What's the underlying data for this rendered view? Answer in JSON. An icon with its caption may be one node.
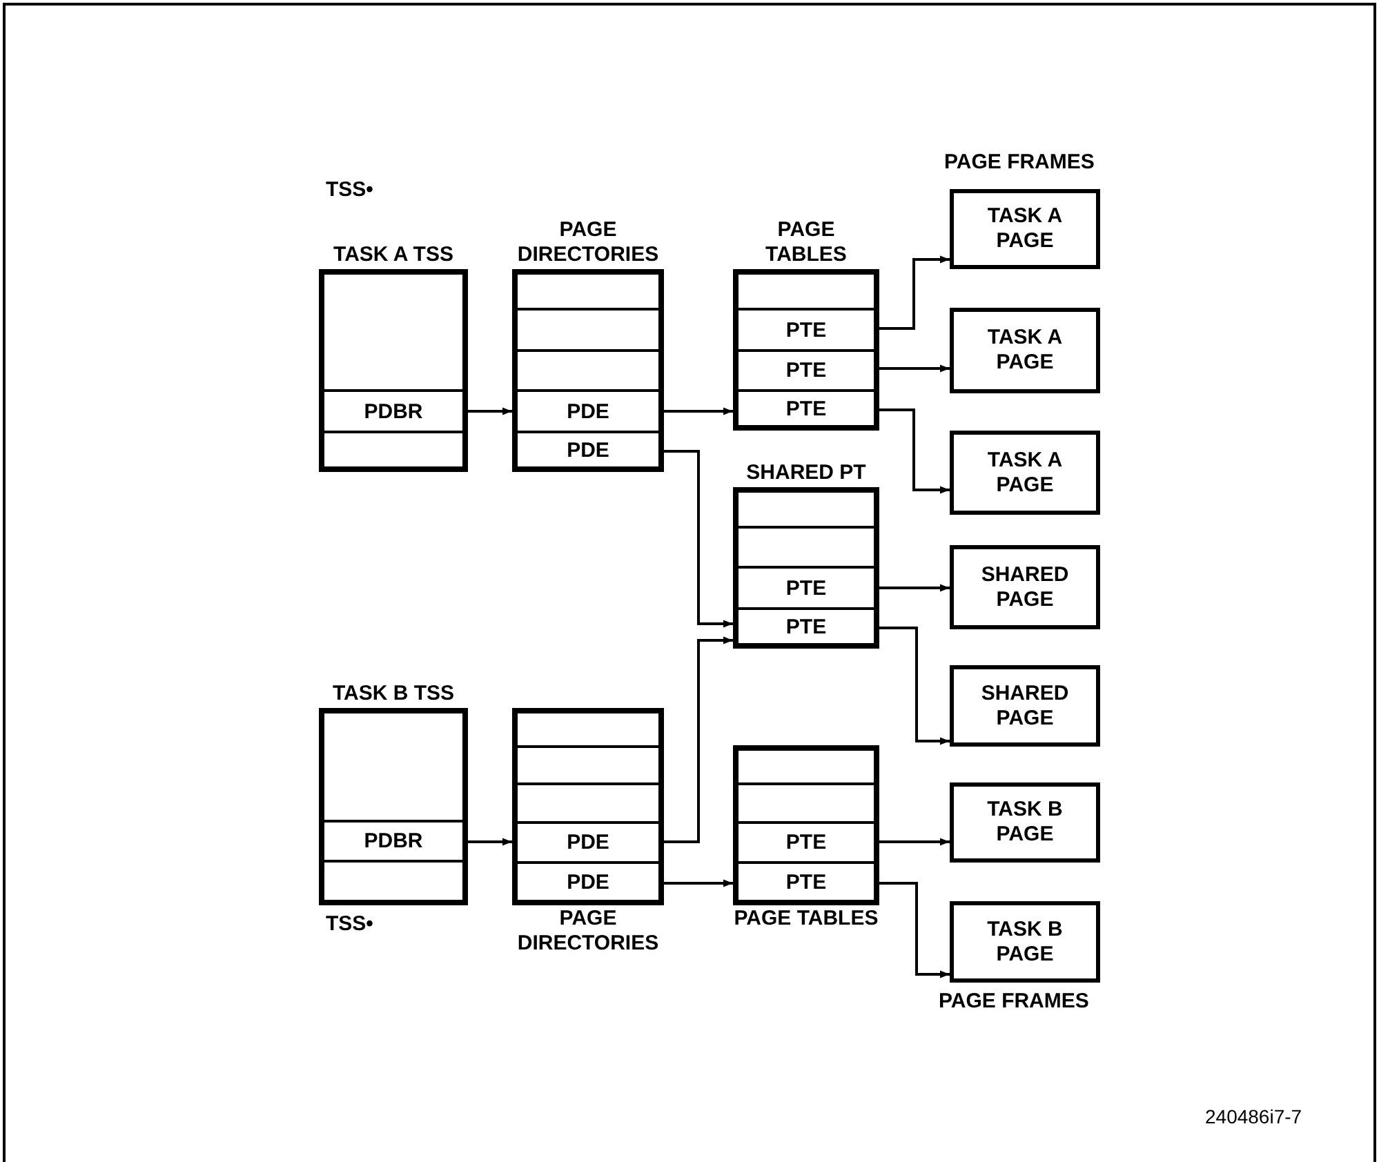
{
  "diagram": {
    "nodes": [
      {
        "text": [
          "TASK A TSS"
        ]
      },
      {
        "text": [],
        "shape": "box",
        "in": 0
      },
      {
        "text": [
          "PDBR"
        ],
        "in": 0
      },
      {
        "text": [],
        "shape": "box",
        "in": 0
      },
      {
        "text": [
          "PAGE DIRECTORIES"
        ]
      },
      {
        "text": [],
        "shape": "box",
        "in": 4
      },
      {
        "text": [],
        "shape": "box",
        "in": 4
      },
      {
        "text": [],
        "shape": "box",
        "in": 4
      },
      {
        "text": [
          "PDE"
        ],
        "in": 4
      },
      {
        "text": [
          "PDE"
        ],
        "in": 4
      },
      {
        "text": [
          "PAGE TABLES"
        ]
      },
      {
        "text": [],
        "shape": "box",
        "in": 10
      },
      {
        "text": [
          "PTE"
        ],
        "in": 10
      },
      {
        "text": [
          "PTE"
        ],
        "in": 10
      },
      {
        "text": [
          "PTE"
        ],
        "in": 10
      },
      {
        "text": [
          "TASK A PAGE"
        ]
      },
      {
        "text": [
          "TASK A PAGE"
        ]
      },
      {
        "text": [
          "TASK A PAGE"
        ]
      },
      {
        "text": [
          "SHARED PT"
        ]
      },
      {
        "text": [],
        "shape": "box",
        "in": 18
      },
      {
        "text": [],
        "shape": "box",
        "in": 18
      },
      {
        "text": [
          "PTE"
        ],
        "in": 18
      },
      {
        "text": [
          "PTE"
        ],
        "in": 18
      },
      {
        "text": [
          "SHARED PAGE"
        ]
      },
      {
        "text": [
          "SHARED PAGE"
        ]
      },
      {
        "text": [
          "TASK B TSS"
        ]
      },
      {
        "text": [],
        "shape": "box",
        "in": 25
      },
      {
        "text": [
          "PDBR"
        ],
        "in": 25
      },
      {
        "text": [],
        "shape": "box",
        "in": 25
      },
      {
        "text": [
          "PAGE DIRECTORIES"
        ]
      },
      {
        "text": [],
        "shape": "box",
        "in": 29
      },
      {
        "text": [],
        "shape": "box",
        "in": 29
      },
      {
        "text": [],
        "shape": "box",
        "in": 29
      },
      {
        "text": [
          "PDE"
        ],
        "in": 29
      },
      {
        "text": [
          "PDE"
        ],
        "in": 29
      },
      {
        "text": [
          "PAGE TABLES"
        ]
      },
      {
        "text": [],
        "shape": "box",
        "in": 35
      },
      {
        "text": [],
        "shape": "box",
        "in": 35
      },
      {
        "text": [
          "PTE"
        ],
        "in": 35
      },
      {
        "text": [
          "PTE"
        ],
        "in": 35
      },
      {
        "text": [
          "TASK B PAGE"
        ]
      },
      {
        "text": [
          "TASK B PAGE"
        ]
      }
    ],
    "edges": [
      {
        "from": 2,
        "to": 8,
        "arrow": "to"
      },
      {
        "from": 8,
        "to": 14,
        "arrow": "to"
      },
      {
        "from": 9,
        "to": 22,
        "arrow": "to"
      },
      {
        "from": 12,
        "to": 15,
        "arrow": "to"
      },
      {
        "from": 13,
        "to": 16,
        "arrow": "to"
      },
      {
        "from": 14,
        "to": 17,
        "arrow": "to"
      },
      {
        "from": 21,
        "to": 23,
        "arrow": "to"
      },
      {
        "from": 22,
        "to": 24,
        "arrow": "to"
      },
      {
        "from": 27,
        "to": 33,
        "arrow": "to"
      },
      {
        "from": 33,
        "to": 22,
        "arrow": "to"
      },
      {
        "from": 34,
        "to": 39,
        "arrow": "to"
      },
      {
        "from": 38,
        "to": 40,
        "arrow": "to"
      },
      {
        "from": 39,
        "to": 41,
        "arrow": "to"
      }
    ],
    "labels": [
      "TSS•",
      "PAGE FRAMES",
      "TSS•",
      "PAGE FRAMES",
      "240486i7-7"
    ]
  }
}
